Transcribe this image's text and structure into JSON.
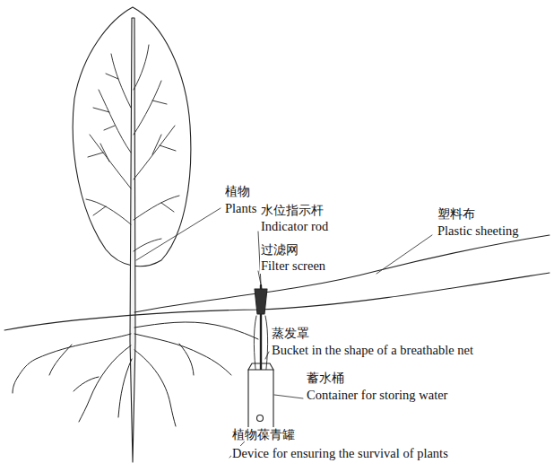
{
  "diagram": {
    "labels": [
      "植物",
      "Plants",
      "水位指示杆",
      "Indicator rod",
      "过滤网",
      "Filter screen",
      "塑料布",
      "Plastic sheeting",
      "蒸发罩",
      "Bucket in the shape of a breathable net",
      "蓄水桶",
      "Container for storing water",
      "植物葆青罐",
      "Device for ensuring the survival of plants"
    ]
  }
}
